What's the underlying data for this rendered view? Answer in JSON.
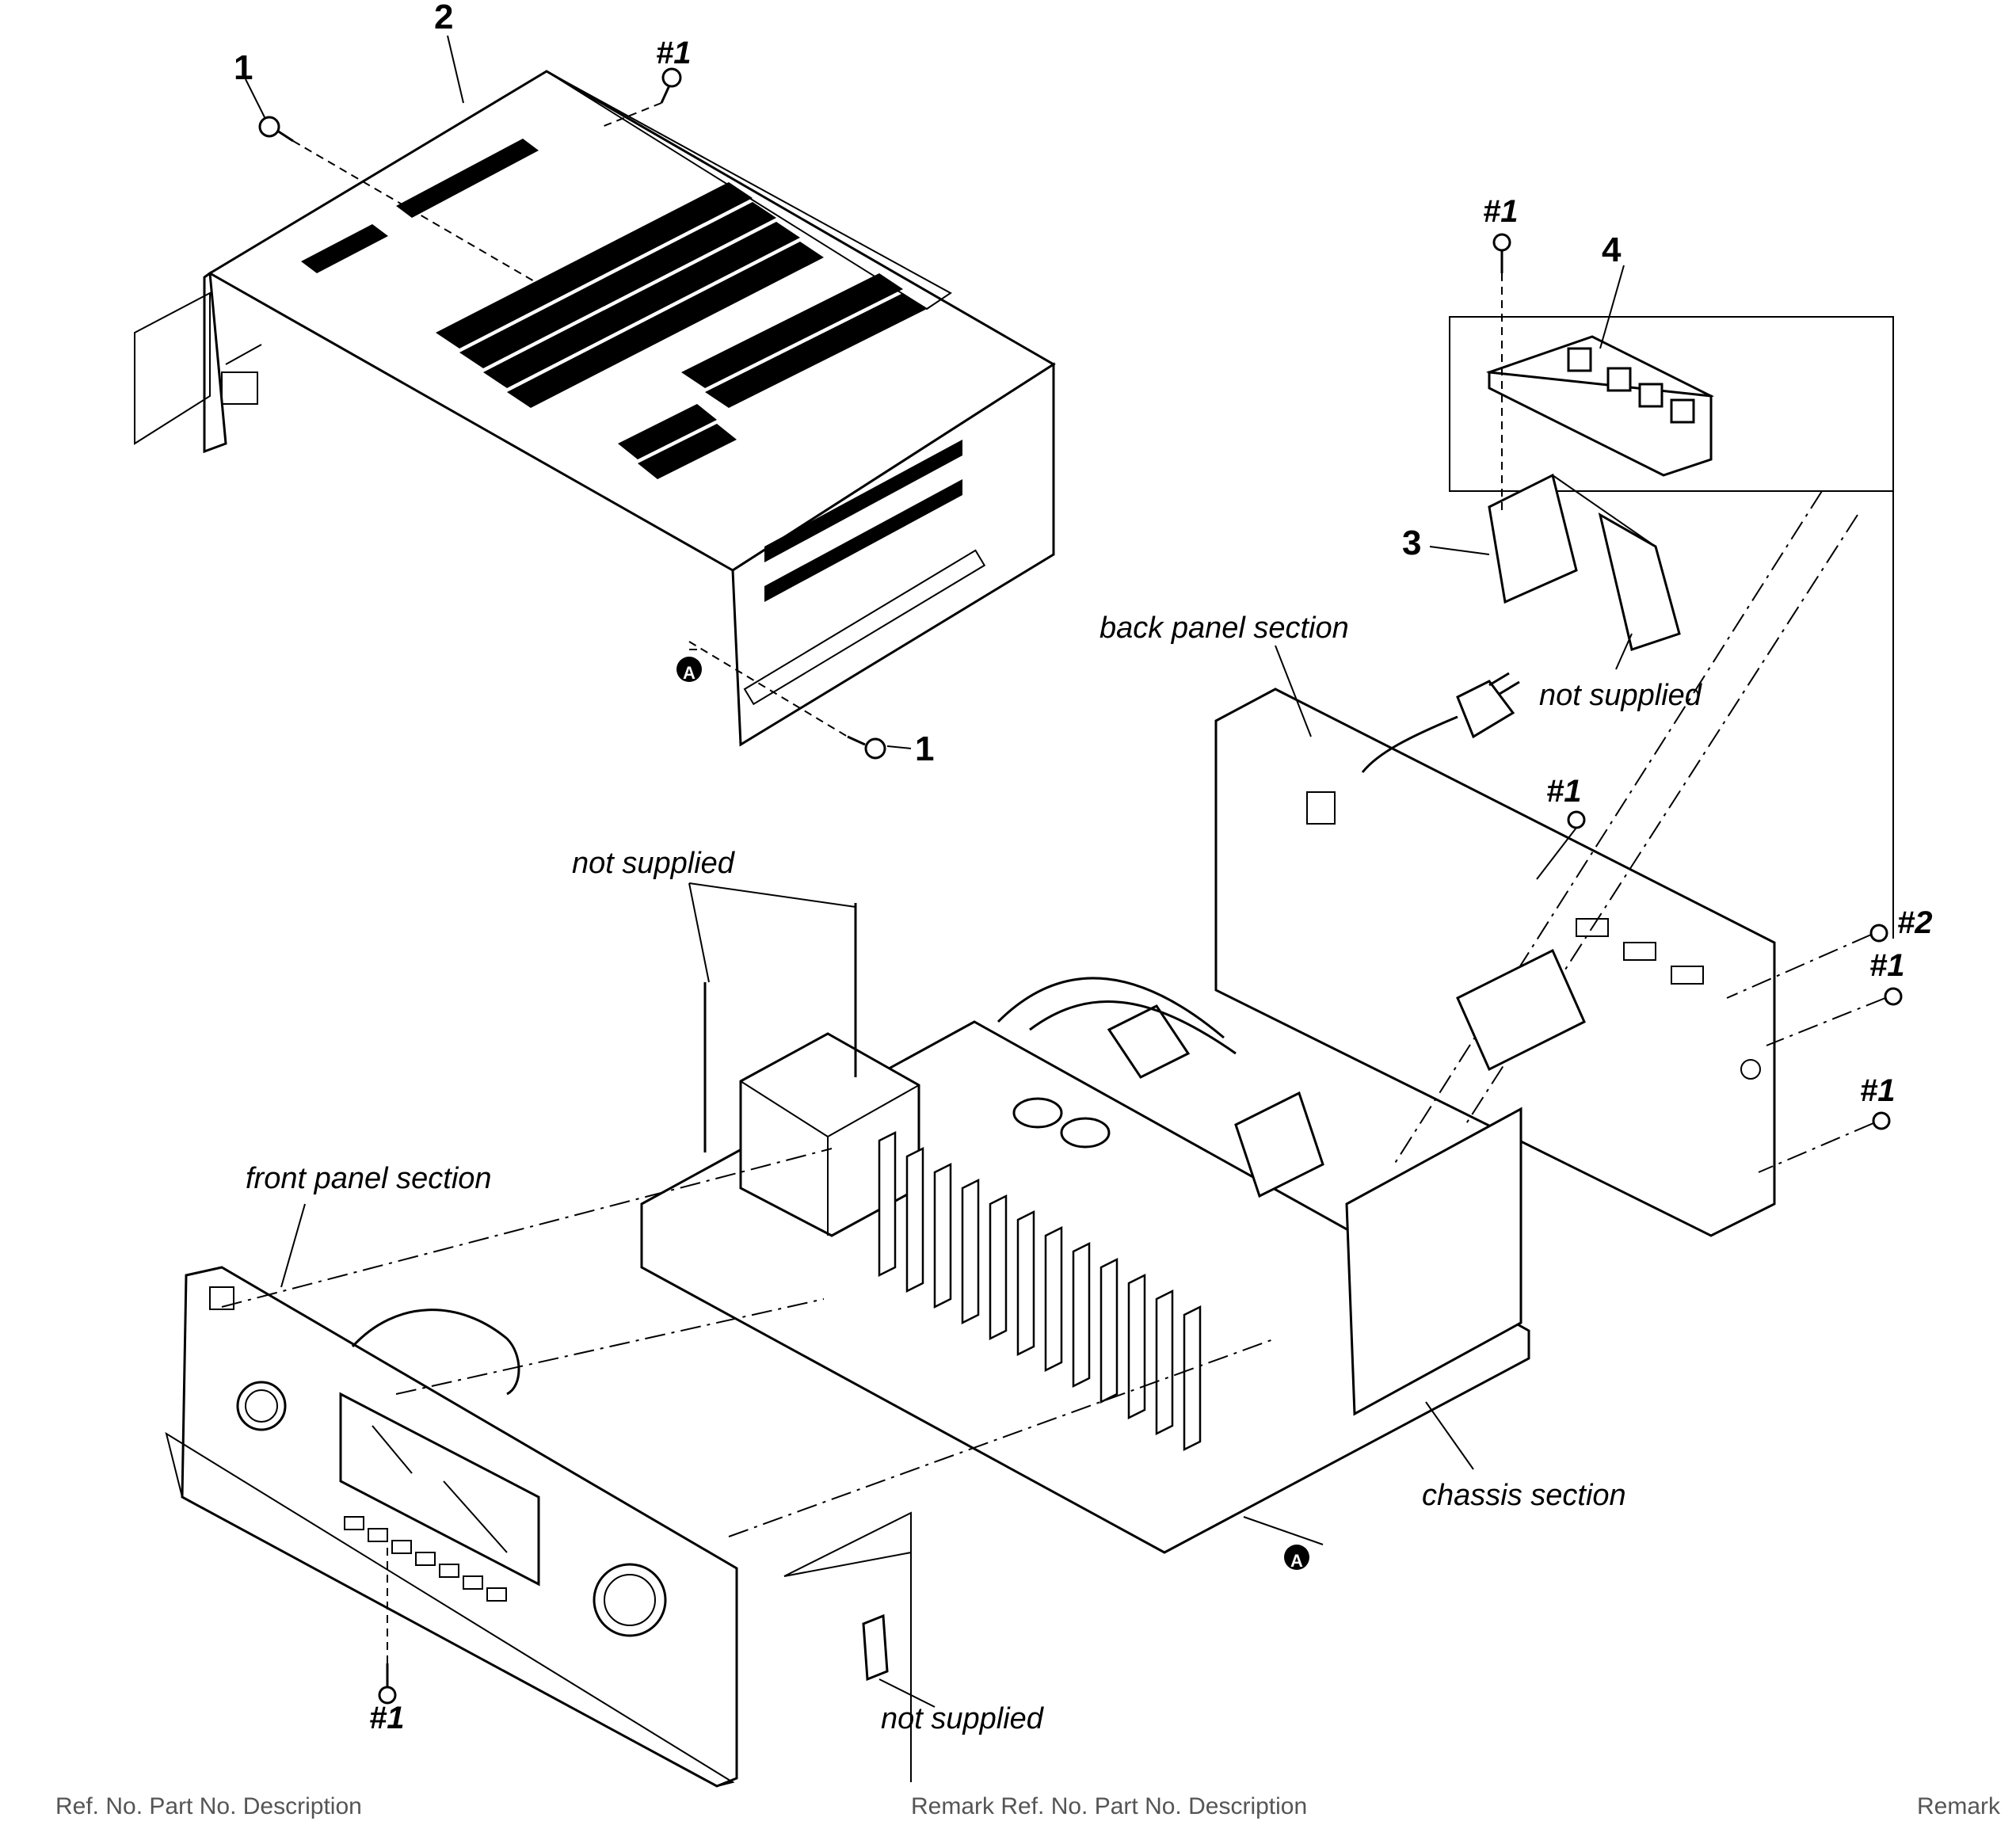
{
  "labels": {
    "part_1_a": "1",
    "part_1_b": "1",
    "part_2": "2",
    "part_3": "3",
    "part_4": "4",
    "marker_a_top": "A",
    "marker_a_bottom": "A"
  },
  "screws": {
    "s1_top_cover": "#1",
    "s1_board": "#1",
    "s1_back_upper": "#1",
    "s2_back": "#2",
    "s1_back_mid": "#1",
    "s1_back_lower": "#1",
    "s1_front": "#1"
  },
  "sections": {
    "back_panel": "back panel section",
    "front_panel": "front panel section",
    "chassis": "chassis section"
  },
  "notes": {
    "not_supplied_bracket": "not supplied",
    "not_supplied_chassis": "not supplied",
    "not_supplied_bottom": "not supplied"
  },
  "footer": {
    "col_left": "Ref. No.    Part No.       Description",
    "col_mid": "Remark    Ref. No.   Part No.       Description",
    "col_right": "Remark"
  }
}
